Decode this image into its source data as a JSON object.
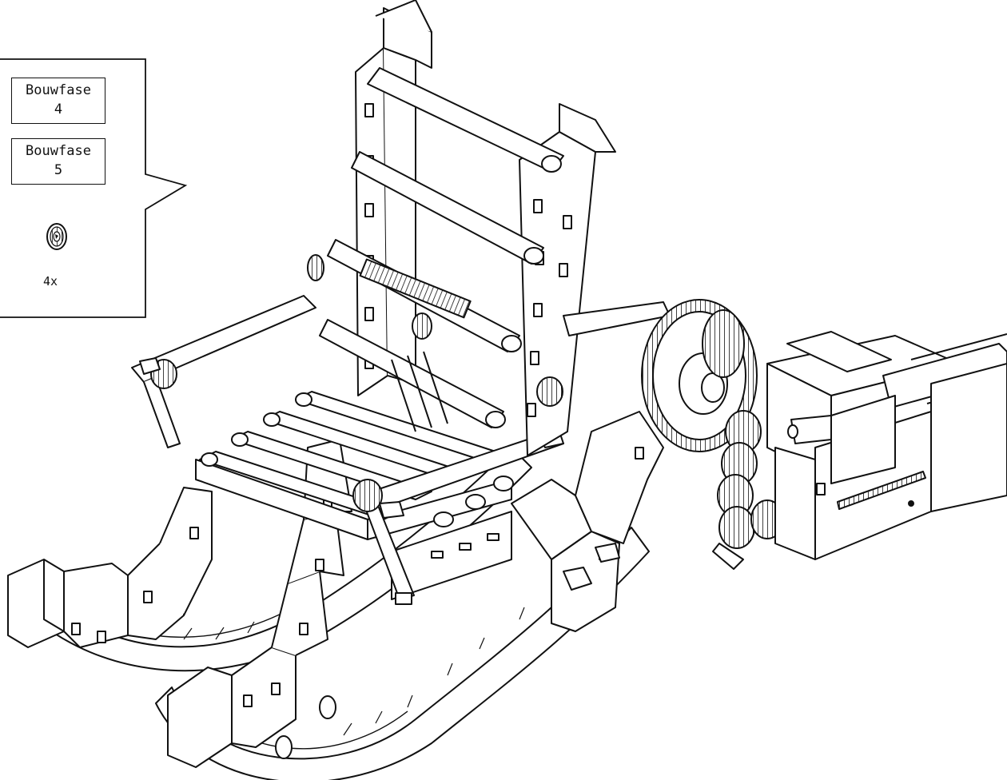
{
  "callout": {
    "phases": [
      {
        "title": "Bouwfase",
        "number": "4"
      },
      {
        "title": "Bouwfase",
        "number": "5"
      }
    ],
    "part_icon": "small-gear-icon",
    "quantity": "4x"
  },
  "figure": {
    "subject": "rocking-chair-model",
    "line_color": "#111111",
    "background": "#ffffff"
  }
}
